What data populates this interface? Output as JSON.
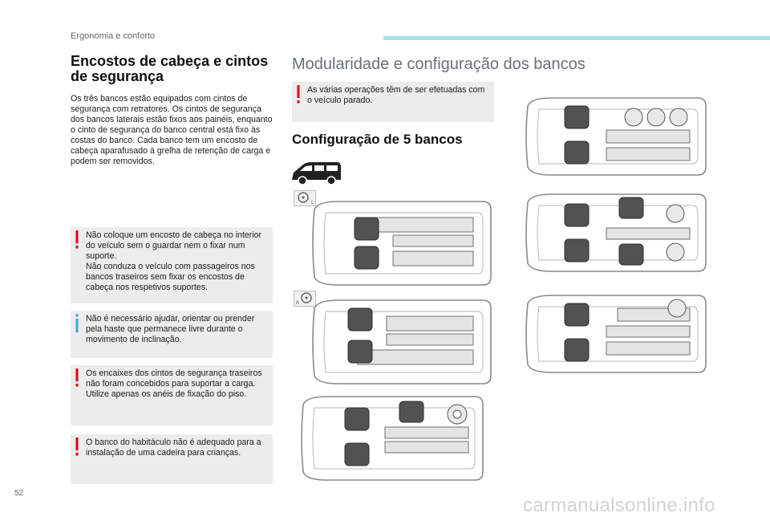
{
  "header": {
    "section_title": "Ergonomia e conforto"
  },
  "left": {
    "title": "Encostos de cabeça e cintos de segurança",
    "body": "Os três bancos estão equipados com cintos de segurança com retratores. Os cintos de segurança dos bancos laterais estão fixos aos painéis, enquanto o cinto de segurança do banco central está fixo às costas do banco. Cada banco tem um encosto de cabeça aparafusado à grelha de retenção de carga e podem ser removidos.",
    "notes": [
      {
        "type": "warning",
        "text": "Não coloque um encosto de cabeça no interior do veículo sem o guardar nem o fixar num suporte.\nNão conduza o veículo com passageiros nos bancos traseiros sem fixar os encostos de cabeça nos respetivos suportes."
      },
      {
        "type": "info",
        "text": "Não é necessário ajudar, orientar ou prender pela haste que permanece livre durante o movimento de inclinação."
      },
      {
        "type": "warning",
        "text": "Os encaixes dos cintos de segurança traseiros não foram concebidos para suportar a carga. Utilize apenas os anéis de fixação do piso."
      },
      {
        "type": "warning",
        "text": "O banco do habitáculo não é adequado para a instalação de uma cadeira para crianças."
      }
    ]
  },
  "right": {
    "title": "Modularidade e configuração dos bancos",
    "note": {
      "type": "warning",
      "text": "As várias operações têm de ser efetuadas com o veículo parado."
    },
    "subtitle": "Configuração de 5 bancos"
  },
  "colors": {
    "warning": "#e2001a",
    "info": "#3aa6dc",
    "accent_bar": "#a8e0e6",
    "note_bg": "#ececec"
  },
  "footer": {
    "page_number": "52",
    "watermark": "carmanualsonline.info"
  }
}
